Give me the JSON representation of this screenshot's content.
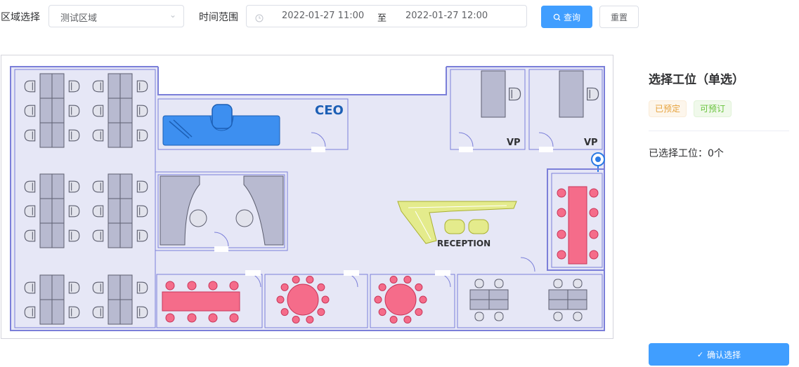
{
  "filter": {
    "area_label": "区域选择",
    "area_value": "测试区域",
    "time_label": "时间范围",
    "start_time": "2022-01-27 11:00",
    "range_separator": "至",
    "end_time": "2022-01-27 12:00",
    "query_button": "查询",
    "reset_button": "重置"
  },
  "floorplan": {
    "ceo_label": "CEO",
    "vp1_label": "VP",
    "vp2_label": "VP",
    "reception_label": "RECEPTION"
  },
  "panel": {
    "title": "选择工位（单选）",
    "legend_booked": "已预定",
    "legend_available": "可预订",
    "selected_text": "已选择工位：0个",
    "confirm_button": "确认选择"
  },
  "colors": {
    "primary": "#409eff",
    "wall": "#7b7fd9",
    "floor": "#e6e7f6",
    "furniture": "#b8bad0",
    "booked": "#f56c8a",
    "reception": "#e4eb8c",
    "ceo_desk": "#3d8ff0"
  }
}
